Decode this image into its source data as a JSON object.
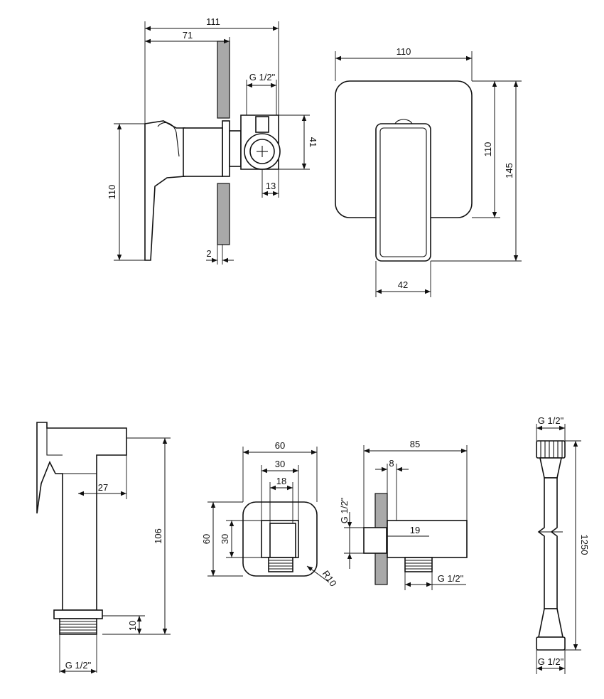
{
  "mixer": {
    "side": {
      "total_depth": "111",
      "lever_depth": "71",
      "thread": "G 1/2\"",
      "body_height": "41",
      "outlet_offset": "13",
      "plate_thickness": "2",
      "lever_height": "110"
    },
    "front": {
      "plate_width": "110",
      "plate_height": "110",
      "total_height": "145",
      "lever_width": "42"
    }
  },
  "hand_shower": {
    "width": "27",
    "height": "106",
    "thread_length": "10",
    "thread": "G 1/2\""
  },
  "wall_outlet": {
    "front": {
      "plate_width": "60",
      "inner_width": "30",
      "hole_width": "18",
      "plate_height": "60",
      "inner_height": "30",
      "corner_radius": "R10"
    },
    "side": {
      "total_depth": "85",
      "plate_depth": "8",
      "inlet_thread": "G 1/2\"",
      "inlet_diameter": "19",
      "outlet_thread": "G 1/2\""
    }
  },
  "hose": {
    "top_thread": "G 1/2\"",
    "length": "1250",
    "bottom_thread": "G 1/2\""
  }
}
